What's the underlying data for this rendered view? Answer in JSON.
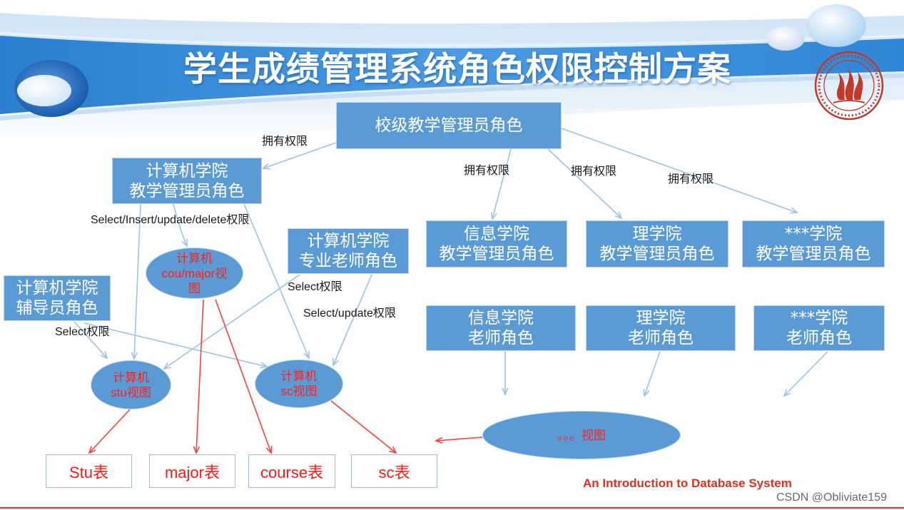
{
  "title": "学生成绩管理系统角色权限控制方案",
  "roles": {
    "school_admin": [
      "校级教学管理员角色"
    ],
    "cs_admin": [
      "计算机学院",
      "教学管理员角色"
    ],
    "info_admin": [
      "信息学院",
      "教学管理员角色"
    ],
    "science_admin": [
      "理学院",
      "教学管理员角色"
    ],
    "other_admin": [
      "***学院",
      "教学管理员角色"
    ],
    "cs_teacher": [
      "计算机学院",
      "专业老师角色"
    ],
    "cs_counselor": [
      "计算机学院",
      "辅导员角色"
    ],
    "info_teacher": [
      "信息学院",
      "老师角色"
    ],
    "science_teacher": [
      "理学院",
      "老师角色"
    ],
    "other_teacher": [
      "***学院",
      "老师角色"
    ]
  },
  "views": {
    "cou_major": [
      "计算机",
      "cou/major视",
      "图"
    ],
    "stu": [
      "计算机",
      "stu视图"
    ],
    "sc": [
      "计算机",
      "sc视图"
    ],
    "other": [
      "。。。视图"
    ]
  },
  "tables": {
    "stu": "Stu表",
    "major": "major表",
    "course": "course表",
    "sc": "sc表"
  },
  "permissions": {
    "owns_1": "拥有权限",
    "owns_2": "拥有权限",
    "owns_3": "拥有权限",
    "owns_4": "拥有权限",
    "admin_crud": "Select/Insert/update/delete权限",
    "teacher_select": "Select权限",
    "teacher_select_update": "Select/update权限",
    "counselor_select": "Select权限"
  },
  "footer": "An Introduction to Database System",
  "watermark": "CSDN @Obliviate159",
  "colors": {
    "role_box": "#5b9bd5",
    "role_border": "#bcd7f1",
    "connector_blue": "#9dc3e6",
    "connector_red": "#ff3f3f",
    "view_text": "#ff1f1f",
    "table_text": "#ff1a1a",
    "table_border": "#a9bcd6",
    "footer_text": "#e0301e",
    "seal": "#c0392b",
    "bottom_rule": "#e23b2e"
  }
}
